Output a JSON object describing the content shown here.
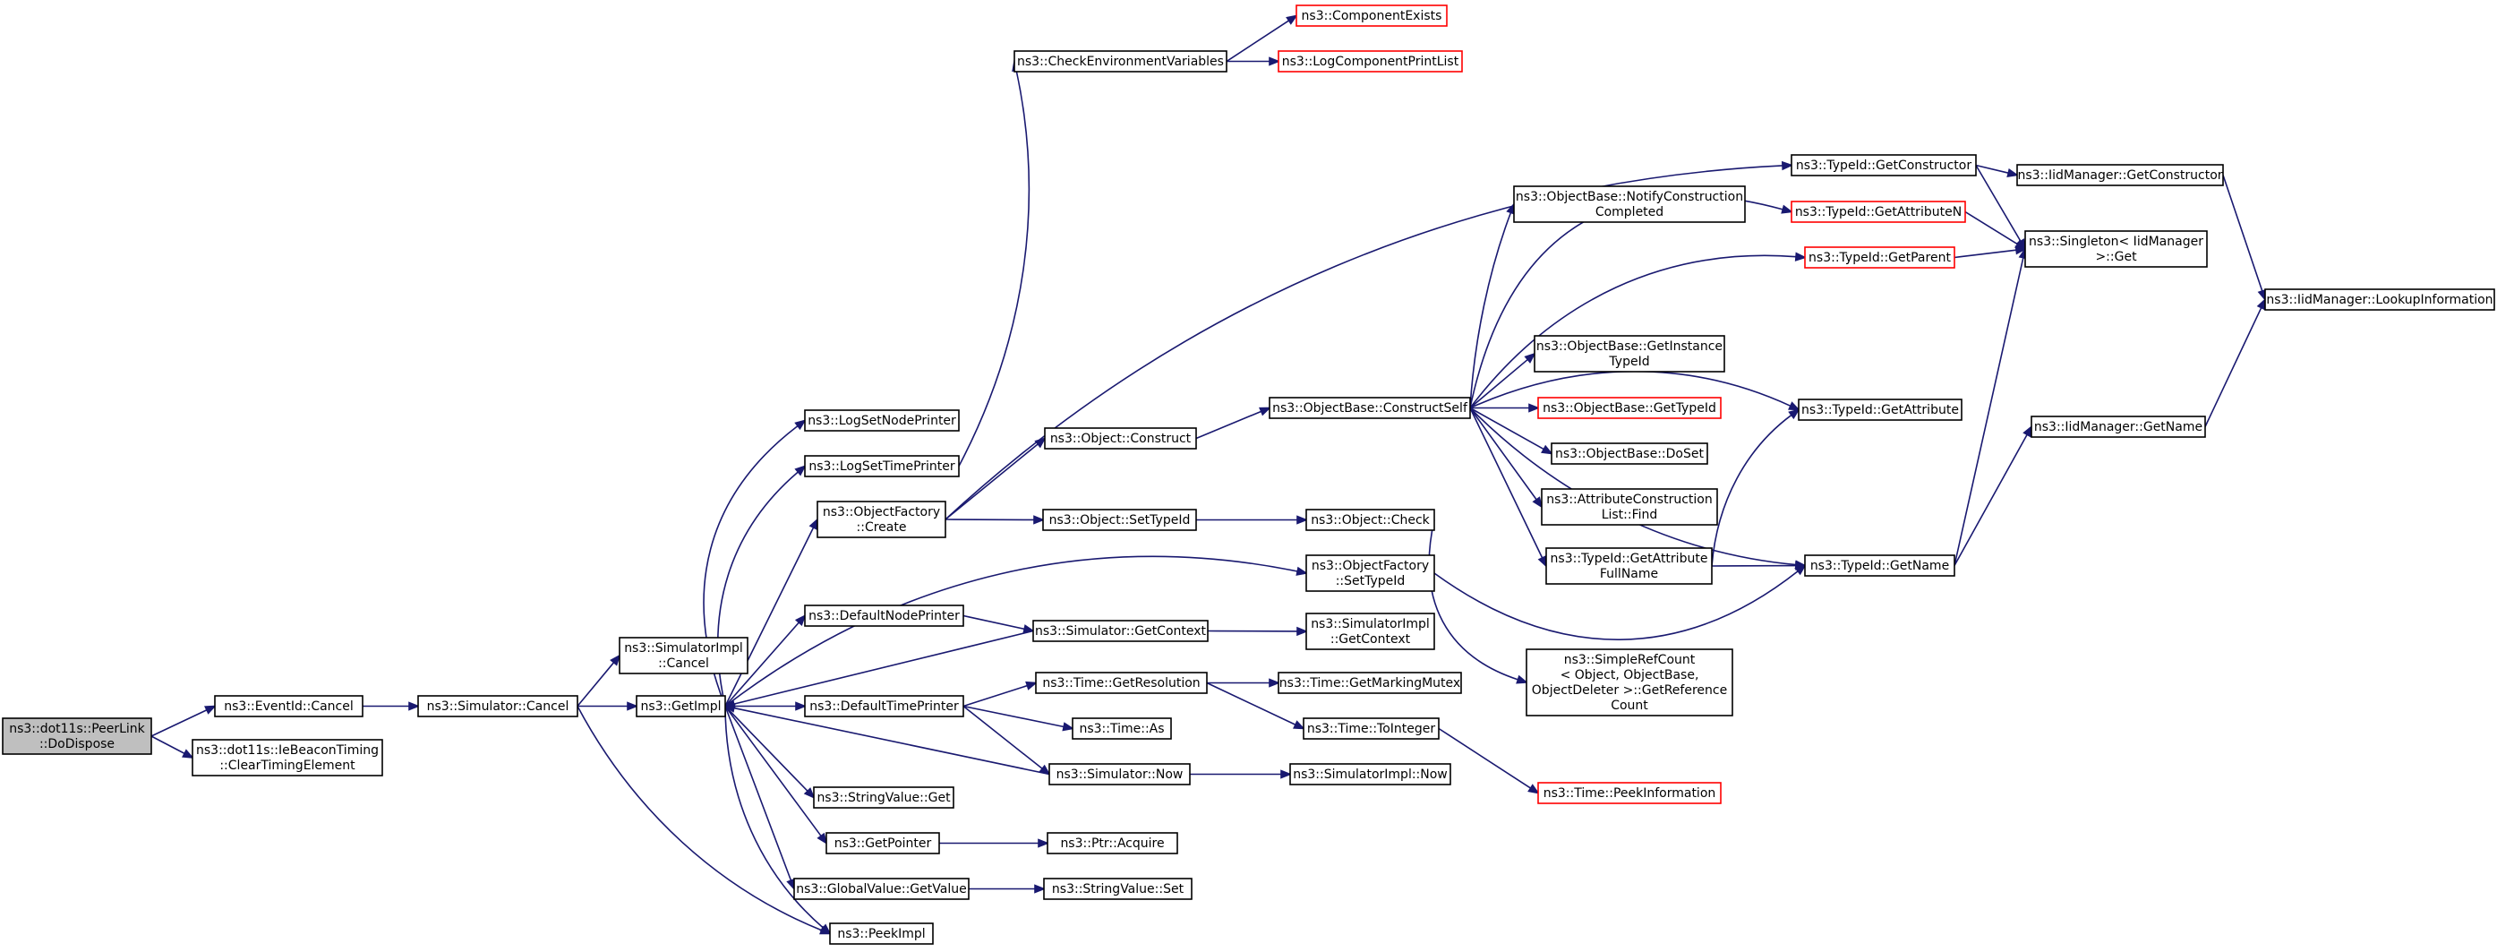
{
  "colors": {
    "edge": "#191970",
    "border": "#000000",
    "border_link_missing": "#ff0000",
    "root_fill": "#bfbfbf",
    "node_fill": "#ffffff"
  },
  "nodes": [
    {
      "id": "peerlink",
      "lines": [
        "ns3::dot11s::PeerLink",
        "::DoDispose"
      ],
      "style": "root"
    },
    {
      "id": "eventid_cancel",
      "lines": [
        "ns3::EventId::Cancel"
      ],
      "style": "normal"
    },
    {
      "id": "clear_timing",
      "lines": [
        "ns3::dot11s::IeBeaconTiming",
        "::ClearTimingElement"
      ],
      "style": "normal"
    },
    {
      "id": "sim_cancel",
      "lines": [
        "ns3::Simulator::Cancel"
      ],
      "style": "normal"
    },
    {
      "id": "simimpl_cancel",
      "lines": [
        "ns3::SimulatorImpl",
        "::Cancel"
      ],
      "style": "normal"
    },
    {
      "id": "getimpl",
      "lines": [
        "ns3::GetImpl"
      ],
      "style": "normal"
    },
    {
      "id": "peekimpl",
      "lines": [
        "ns3::PeekImpl"
      ],
      "style": "normal"
    },
    {
      "id": "lognodeprinter",
      "lines": [
        "ns3::LogSetNodePrinter"
      ],
      "style": "normal"
    },
    {
      "id": "logtimeprinter",
      "lines": [
        "ns3::LogSetTimePrinter"
      ],
      "style": "normal"
    },
    {
      "id": "objfactory_create",
      "lines": [
        "ns3::ObjectFactory",
        "::Create"
      ],
      "style": "normal"
    },
    {
      "id": "defnodeprinter",
      "lines": [
        "ns3::DefaultNodePrinter"
      ],
      "style": "normal"
    },
    {
      "id": "deftimeprinter",
      "lines": [
        "ns3::DefaultTimePrinter"
      ],
      "style": "normal"
    },
    {
      "id": "stringvalue_get",
      "lines": [
        "ns3::StringValue::Get"
      ],
      "style": "normal"
    },
    {
      "id": "getpointer",
      "lines": [
        "ns3::GetPointer"
      ],
      "style": "normal"
    },
    {
      "id": "globalvalue_getvalue",
      "lines": [
        "ns3::GlobalValue::GetValue"
      ],
      "style": "normal"
    },
    {
      "id": "checkenv",
      "lines": [
        "ns3::CheckEnvironmentVariables"
      ],
      "style": "normal"
    },
    {
      "id": "componentexists",
      "lines": [
        "ns3::ComponentExists"
      ],
      "style": "red"
    },
    {
      "id": "logcompprintlist",
      "lines": [
        "ns3::LogComponentPrintList"
      ],
      "style": "red"
    },
    {
      "id": "object_construct",
      "lines": [
        "ns3::Object::Construct"
      ],
      "style": "normal"
    },
    {
      "id": "object_settypeid",
      "lines": [
        "ns3::Object::SetTypeId"
      ],
      "style": "normal"
    },
    {
      "id": "sim_getcontext",
      "lines": [
        "ns3::Simulator::GetContext"
      ],
      "style": "normal"
    },
    {
      "id": "time_getresolution",
      "lines": [
        "ns3::Time::GetResolution"
      ],
      "style": "normal"
    },
    {
      "id": "time_as",
      "lines": [
        "ns3::Time::As"
      ],
      "style": "normal"
    },
    {
      "id": "sim_now",
      "lines": [
        "ns3::Simulator::Now"
      ],
      "style": "normal"
    },
    {
      "id": "ptr_acquire",
      "lines": [
        "ns3::Ptr::Acquire"
      ],
      "style": "normal"
    },
    {
      "id": "stringvalue_set",
      "lines": [
        "ns3::StringValue::Set"
      ],
      "style": "normal"
    },
    {
      "id": "objbase_constructself",
      "lines": [
        "ns3::ObjectBase::ConstructSelf"
      ],
      "style": "normal"
    },
    {
      "id": "object_check",
      "lines": [
        "ns3::Object::Check"
      ],
      "style": "normal"
    },
    {
      "id": "objfactory_settypeid",
      "lines": [
        "ns3::ObjectFactory",
        "::SetTypeId"
      ],
      "style": "normal"
    },
    {
      "id": "simimpl_getcontext",
      "lines": [
        "ns3::SimulatorImpl",
        "::GetContext"
      ],
      "style": "normal"
    },
    {
      "id": "time_getmarkingmutex",
      "lines": [
        "ns3::Time::GetMarkingMutex"
      ],
      "style": "normal"
    },
    {
      "id": "time_tointeger",
      "lines": [
        "ns3::Time::ToInteger"
      ],
      "style": "normal"
    },
    {
      "id": "simimpl_now",
      "lines": [
        "ns3::SimulatorImpl::Now"
      ],
      "style": "normal"
    },
    {
      "id": "time_peekinfo",
      "lines": [
        "ns3::Time::PeekInformation"
      ],
      "style": "red"
    },
    {
      "id": "notifyconstruction",
      "lines": [
        "ns3::ObjectBase::NotifyConstruction",
        "Completed"
      ],
      "style": "normal"
    },
    {
      "id": "objbase_getinstancetypeid",
      "lines": [
        "ns3::ObjectBase::GetInstance",
        "TypeId"
      ],
      "style": "normal"
    },
    {
      "id": "objbase_gettypeid",
      "lines": [
        "ns3::ObjectBase::GetTypeId"
      ],
      "style": "red"
    },
    {
      "id": "objbase_doset",
      "lines": [
        "ns3::ObjectBase::DoSet"
      ],
      "style": "normal"
    },
    {
      "id": "attrconstructionlist_find",
      "lines": [
        "ns3::AttributeConstruction",
        "List::Find"
      ],
      "style": "normal"
    },
    {
      "id": "typeid_getattributefullname",
      "lines": [
        "ns3::TypeId::GetAttribute",
        "FullName"
      ],
      "style": "normal"
    },
    {
      "id": "simplerefcount",
      "lines": [
        "ns3::SimpleRefCount",
        "< Object, ObjectBase,",
        " ObjectDeleter >::GetReference",
        "Count"
      ],
      "style": "normal"
    },
    {
      "id": "typeid_getconstructor",
      "lines": [
        "ns3::TypeId::GetConstructor"
      ],
      "style": "normal"
    },
    {
      "id": "typeid_getattributen",
      "lines": [
        "ns3::TypeId::GetAttributeN"
      ],
      "style": "red"
    },
    {
      "id": "typeid_getparent",
      "lines": [
        "ns3::TypeId::GetParent"
      ],
      "style": "red"
    },
    {
      "id": "typeid_getattribute",
      "lines": [
        "ns3::TypeId::GetAttribute"
      ],
      "style": "normal"
    },
    {
      "id": "typeid_getname",
      "lines": [
        "ns3::TypeId::GetName"
      ],
      "style": "normal"
    },
    {
      "id": "iidmanager_getconstructor",
      "lines": [
        "ns3::IidManager::GetConstructor"
      ],
      "style": "normal"
    },
    {
      "id": "singleton_get",
      "lines": [
        "ns3::Singleton< IidManager",
        " >::Get"
      ],
      "style": "normal"
    },
    {
      "id": "iidmanager_getname",
      "lines": [
        "ns3::IidManager::GetName"
      ],
      "style": "normal"
    },
    {
      "id": "iidmanager_lookupinfo",
      "lines": [
        "ns3::IidManager::LookupInformation"
      ],
      "style": "normal"
    }
  ],
  "edges": [
    [
      "peerlink",
      "eventid_cancel"
    ],
    [
      "peerlink",
      "clear_timing"
    ],
    [
      "eventid_cancel",
      "sim_cancel"
    ],
    [
      "sim_cancel",
      "simimpl_cancel"
    ],
    [
      "sim_cancel",
      "getimpl"
    ],
    [
      "sim_cancel",
      "peekimpl"
    ],
    [
      "getimpl",
      "lognodeprinter"
    ],
    [
      "getimpl",
      "logtimeprinter"
    ],
    [
      "getimpl",
      "objfactory_create"
    ],
    [
      "getimpl",
      "objfactory_settypeid"
    ],
    [
      "getimpl",
      "defnodeprinter"
    ],
    [
      "getimpl",
      "deftimeprinter"
    ],
    [
      "getimpl",
      "stringvalue_get"
    ],
    [
      "getimpl",
      "getpointer"
    ],
    [
      "getimpl",
      "globalvalue_getvalue"
    ],
    [
      "getimpl",
      "peekimpl"
    ],
    [
      "logtimeprinter",
      "checkenv"
    ],
    [
      "checkenv",
      "componentexists"
    ],
    [
      "checkenv",
      "logcompprintlist"
    ],
    [
      "objfactory_create",
      "object_construct"
    ],
    [
      "objfactory_create",
      "object_settypeid"
    ],
    [
      "objfactory_create",
      "typeid_getconstructor"
    ],
    [
      "object_construct",
      "objbase_constructself"
    ],
    [
      "object_settypeid",
      "object_check"
    ],
    [
      "defnodeprinter",
      "sim_getcontext"
    ],
    [
      "sim_getcontext",
      "simimpl_getcontext"
    ],
    [
      "sim_getcontext",
      "getimpl"
    ],
    [
      "deftimeprinter",
      "time_getresolution"
    ],
    [
      "deftimeprinter",
      "time_as"
    ],
    [
      "deftimeprinter",
      "sim_now"
    ],
    [
      "sim_now",
      "simimpl_now"
    ],
    [
      "sim_now",
      "getimpl"
    ],
    [
      "time_getresolution",
      "time_getmarkingmutex"
    ],
    [
      "time_getresolution",
      "time_tointeger"
    ],
    [
      "time_tointeger",
      "time_peekinfo"
    ],
    [
      "getpointer",
      "ptr_acquire"
    ],
    [
      "globalvalue_getvalue",
      "stringvalue_set"
    ],
    [
      "object_check",
      "simplerefcount"
    ],
    [
      "objfactory_settypeid",
      "typeid_getname"
    ],
    [
      "objbase_constructself",
      "notifyconstruction"
    ],
    [
      "objbase_constructself",
      "objbase_getinstancetypeid"
    ],
    [
      "objbase_constructself",
      "objbase_gettypeid"
    ],
    [
      "objbase_constructself",
      "objbase_doset"
    ],
    [
      "objbase_constructself",
      "attrconstructionlist_find"
    ],
    [
      "objbase_constructself",
      "typeid_getattributefullname"
    ],
    [
      "objbase_constructself",
      "typeid_getattributen"
    ],
    [
      "objbase_constructself",
      "typeid_getparent"
    ],
    [
      "objbase_constructself",
      "typeid_getattribute"
    ],
    [
      "objbase_constructself",
      "typeid_getname"
    ],
    [
      "typeid_getattributefullname",
      "typeid_getattribute"
    ],
    [
      "typeid_getattributefullname",
      "typeid_getname"
    ],
    [
      "typeid_getconstructor",
      "iidmanager_getconstructor"
    ],
    [
      "typeid_getconstructor",
      "singleton_get"
    ],
    [
      "typeid_getattributen",
      "singleton_get"
    ],
    [
      "typeid_getparent",
      "singleton_get"
    ],
    [
      "typeid_getname",
      "singleton_get"
    ],
    [
      "typeid_getname",
      "iidmanager_getname"
    ],
    [
      "iidmanager_getconstructor",
      "iidmanager_lookupinfo"
    ],
    [
      "iidmanager_getname",
      "iidmanager_lookupinfo"
    ]
  ]
}
